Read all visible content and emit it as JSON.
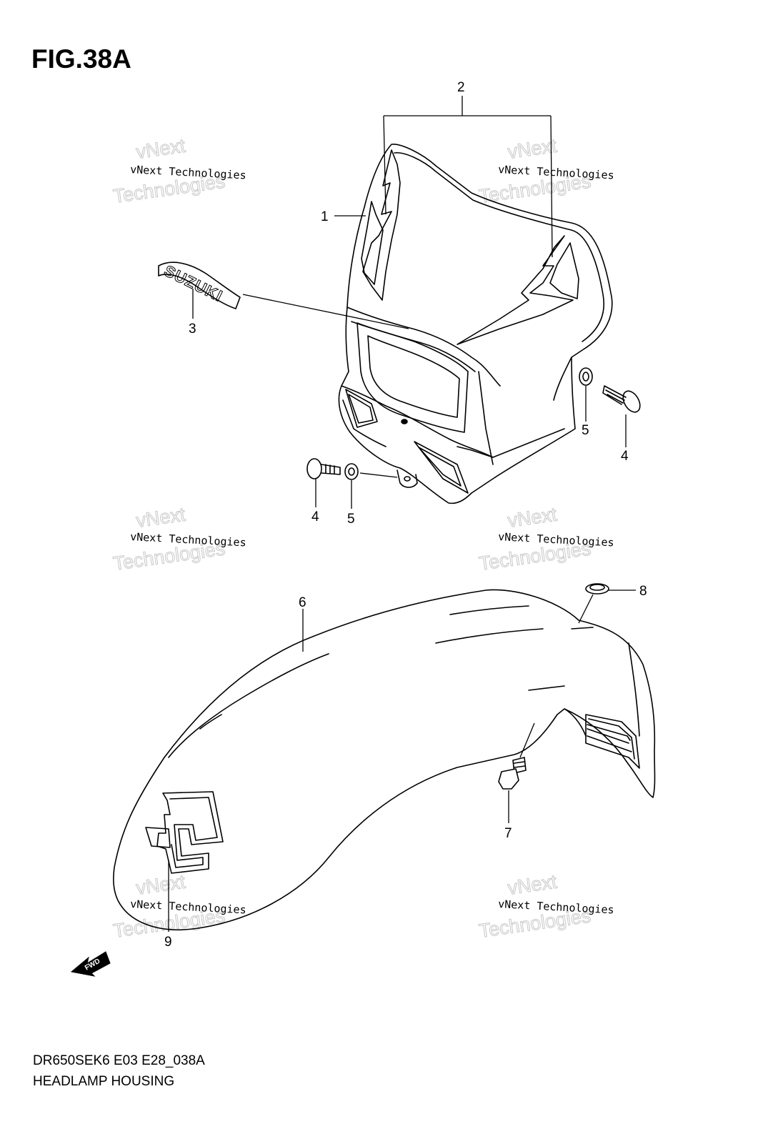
{
  "figure": {
    "title": "FIG.38A"
  },
  "callouts": {
    "c1": "1",
    "c2": "2",
    "c3": "3",
    "c4a": "4",
    "c4b": "4",
    "c5a": "5",
    "c5b": "5",
    "c6": "6",
    "c7": "7",
    "c8": "8",
    "c9": "9"
  },
  "decal_text": "SUZUKI",
  "fwd_arrow_text": "FWD",
  "watermark": {
    "line1": "vNext Technologies",
    "line2": "vNext",
    "line3": "Technologies"
  },
  "footer": {
    "model_code": "DR650SEK6 E03 E28_038A",
    "section_name": "HEADLAMP HOUSING"
  }
}
